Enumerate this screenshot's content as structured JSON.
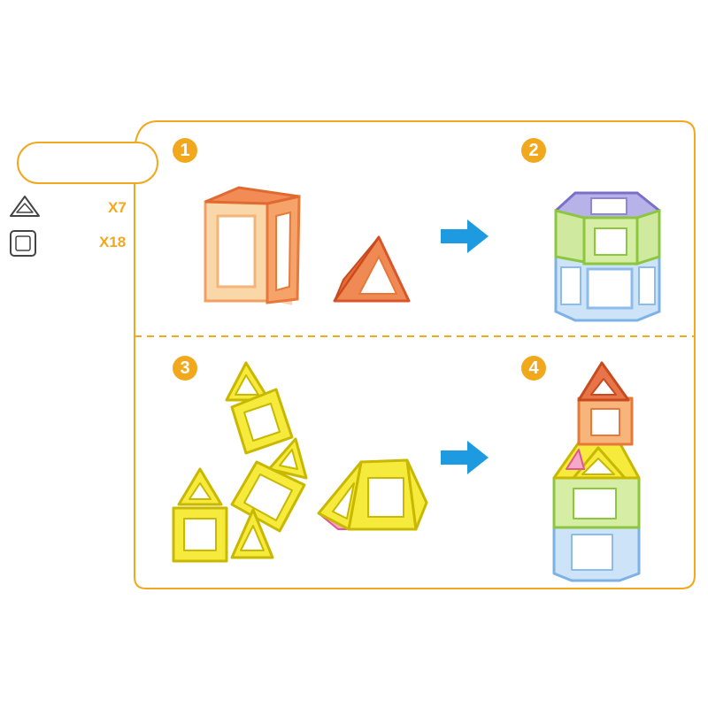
{
  "legend": {
    "items": [
      {
        "icon": "triangle-piece-icon",
        "count": "X7"
      },
      {
        "icon": "square-piece-icon",
        "count": "X18"
      }
    ]
  },
  "steps": [
    {
      "number": "1"
    },
    {
      "number": "2"
    },
    {
      "number": "3"
    },
    {
      "number": "4"
    }
  ],
  "colors": {
    "frame": "#F2A81D",
    "arrow": "#1E9BE0"
  }
}
